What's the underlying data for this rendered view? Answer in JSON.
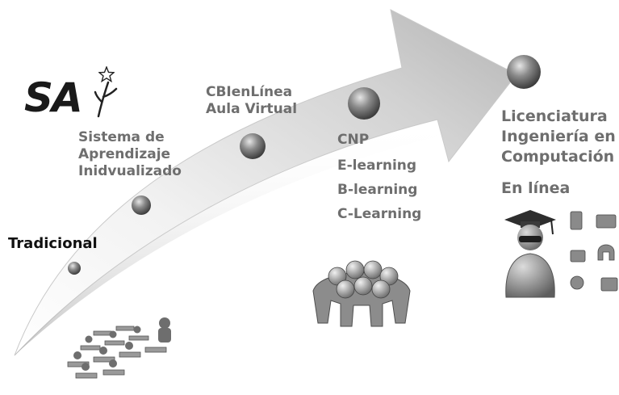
{
  "logo": {
    "text": "SA",
    "icons": [
      "star-icon",
      "stick-figure-icon"
    ]
  },
  "stages": [
    {
      "id": "tradicional",
      "label": "Tradicional",
      "lines": []
    },
    {
      "id": "sai",
      "label": "",
      "lines": [
        "Sistema de",
        "Aprendizaje",
        "Inidvualizado"
      ]
    },
    {
      "id": "cbenlinea",
      "label": "",
      "lines": [
        "CBIenLínea",
        "Aula Virtual"
      ]
    },
    {
      "id": "cnp",
      "label": "",
      "lines": [
        "CNP",
        "E-learning",
        "B-learning",
        "C-Learning"
      ]
    },
    {
      "id": "licenciatura",
      "label": "",
      "lines": [
        "Licenciatura",
        "Ingeniería en",
        "Computación"
      ],
      "extra": "En línea"
    }
  ],
  "images": {
    "classroom": "classroom-icon",
    "team_huddle": "team-huddle-icon",
    "graduate_multimedia": "graduate-multimedia-icon"
  },
  "colors": {
    "arrow_light": "#fafafa",
    "arrow_dark": "#a8a8a8",
    "ball": "#7a7a7a",
    "label_gray": "#6e6e6e",
    "label_dark": "#111111"
  }
}
